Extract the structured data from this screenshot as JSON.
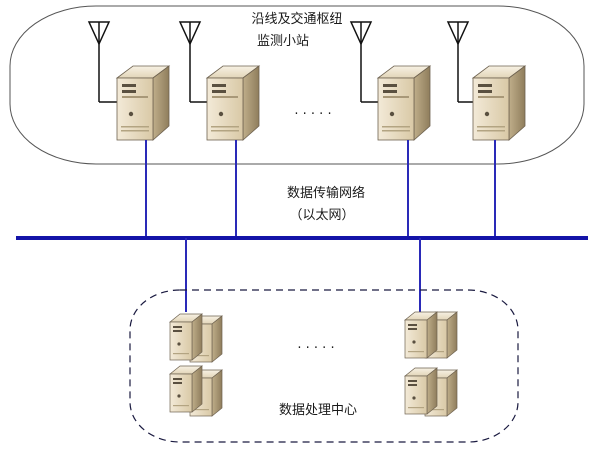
{
  "top_group": {
    "label_line1": "沿线及交通枢纽",
    "label_line2": "监测小站",
    "ellipsis": "· · · · ·"
  },
  "network": {
    "label_line1": "数据传输网络",
    "label_line2": "（以太网）"
  },
  "bottom_group": {
    "label": "数据处理中心",
    "ellipsis": "· · · · ·"
  },
  "colors": {
    "bus": "#1414a8",
    "link": "#2a2ab8",
    "outline": "#555555",
    "server_light": "#e8dcc2",
    "server_mid": "#cdbd9a",
    "server_dark": "#8f7d5c"
  }
}
